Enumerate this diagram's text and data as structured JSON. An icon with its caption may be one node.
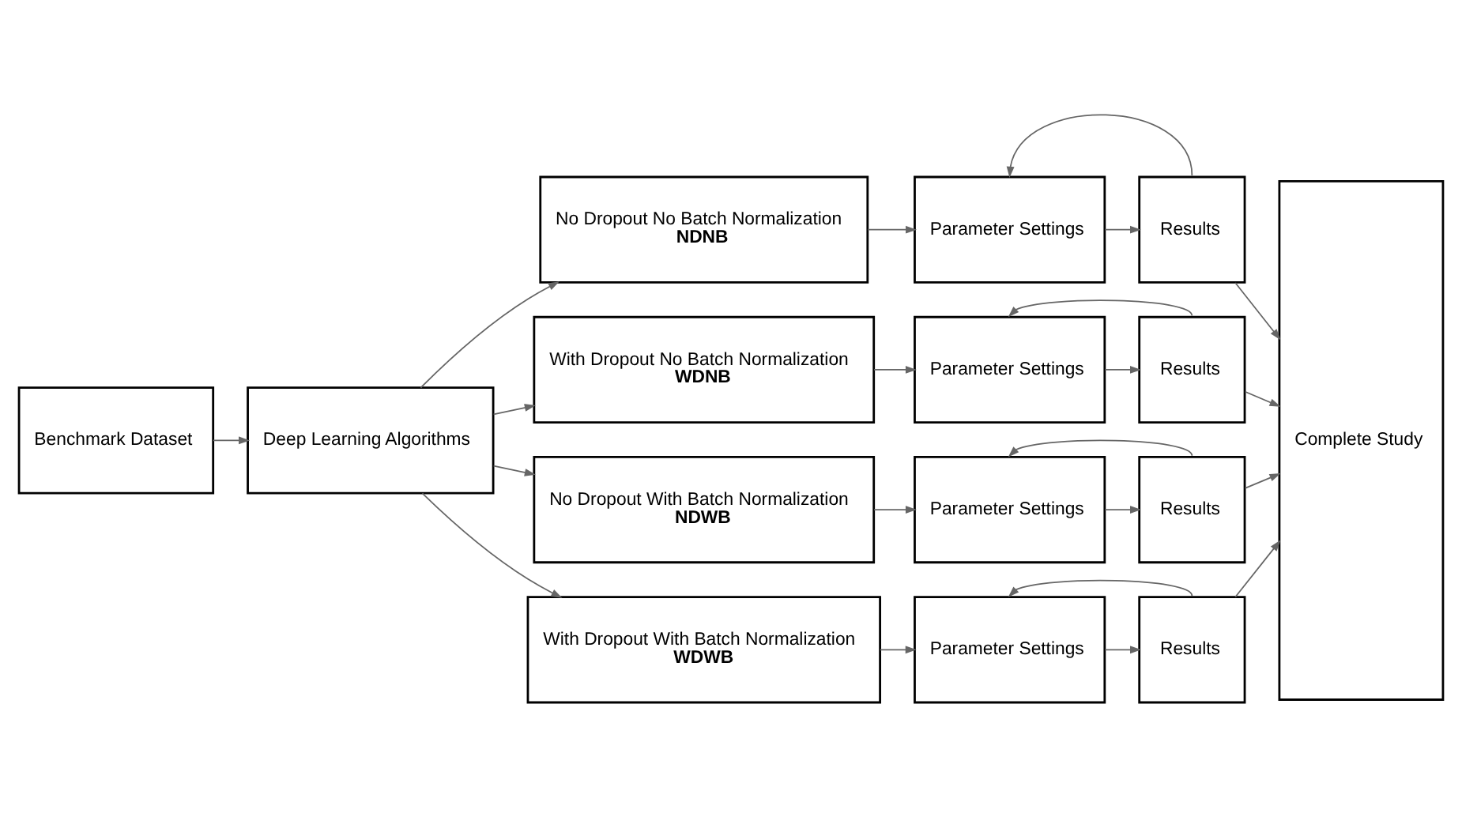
{
  "diagram": {
    "nodes": [
      {
        "text": [
          "Benchmark Dataset"
        ]
      },
      {
        "text": [
          "Deep Learning Algorithms"
        ]
      },
      {
        "text": [
          "No Dropout No Batch Normalization",
          "NDNB"
        ]
      },
      {
        "text": [
          "Parameter Settings"
        ]
      },
      {
        "text": [
          "Results"
        ]
      },
      {
        "text": [
          "With Dropout No Batch Normalization",
          "WDNB"
        ]
      },
      {
        "text": [
          "Parameter Settings"
        ]
      },
      {
        "text": [
          "Results"
        ]
      },
      {
        "text": [
          "No Dropout With Batch Normalization",
          "NDWB"
        ]
      },
      {
        "text": [
          "Parameter Settings"
        ]
      },
      {
        "text": [
          "Results"
        ]
      },
      {
        "text": [
          "With Dropout With Batch Normalization",
          "WDWB"
        ]
      },
      {
        "text": [
          "Parameter Settings"
        ]
      },
      {
        "text": [
          "Results"
        ]
      },
      {
        "text": [
          "Complete Study"
        ]
      }
    ],
    "edges": [
      {
        "from": 0,
        "to": 1,
        "arrow": "to"
      },
      {
        "from": 1,
        "to": 2,
        "arrow": "to"
      },
      {
        "from": 1,
        "to": 5,
        "arrow": "to"
      },
      {
        "from": 1,
        "to": 8,
        "arrow": "to"
      },
      {
        "from": 1,
        "to": 11,
        "arrow": "to"
      },
      {
        "from": 2,
        "to": 3,
        "arrow": "to"
      },
      {
        "from": 3,
        "to": 4,
        "arrow": "to"
      },
      {
        "from": 4,
        "to": 3,
        "arrow": "to"
      },
      {
        "from": 4,
        "to": 14,
        "arrow": "to"
      },
      {
        "from": 5,
        "to": 6,
        "arrow": "to"
      },
      {
        "from": 6,
        "to": 7,
        "arrow": "to"
      },
      {
        "from": 7,
        "to": 6,
        "arrow": "to"
      },
      {
        "from": 7,
        "to": 14,
        "arrow": "to"
      },
      {
        "from": 8,
        "to": 9,
        "arrow": "to"
      },
      {
        "from": 9,
        "to": 10,
        "arrow": "to"
      },
      {
        "from": 10,
        "to": 9,
        "arrow": "to"
      },
      {
        "from": 10,
        "to": 14,
        "arrow": "to"
      },
      {
        "from": 11,
        "to": 12,
        "arrow": "to"
      },
      {
        "from": 12,
        "to": 13,
        "arrow": "to"
      },
      {
        "from": 13,
        "to": 12,
        "arrow": "to"
      },
      {
        "from": 13,
        "to": 14,
        "arrow": "to"
      }
    ]
  }
}
